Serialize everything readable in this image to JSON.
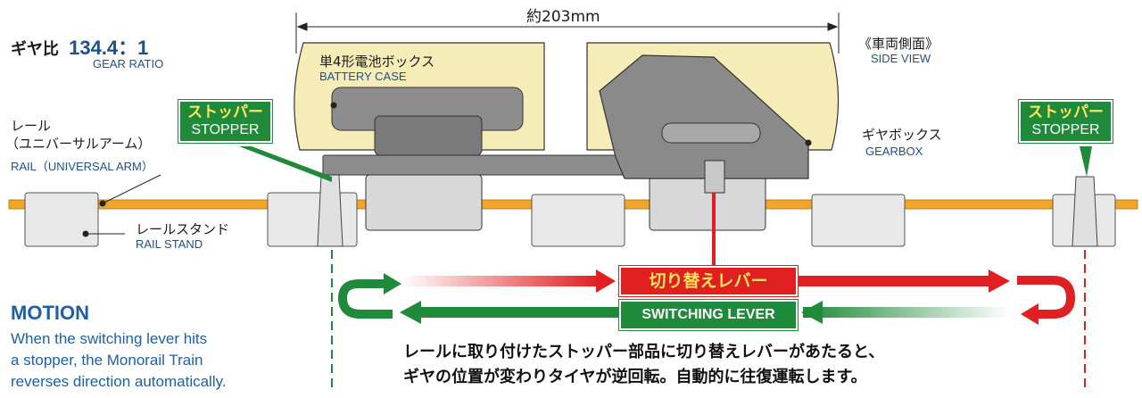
{
  "gear_ratio": {
    "label_jp": "ギヤ比",
    "value": "134.4：1",
    "label_en": "GEAR RATIO"
  },
  "dimension": {
    "text": "約203mm"
  },
  "side_view": {
    "jp": "《車両側面》",
    "en": "SIDE VIEW"
  },
  "battery_case": {
    "jp": "単4形電池ボックス",
    "en": "BATTERY CASE"
  },
  "gearbox": {
    "jp": "ギヤボックス",
    "en": "GEARBOX"
  },
  "rail": {
    "jp1": "レール",
    "jp2": "（ユニバーサルアーム）",
    "en": "RAIL（UNIVERSAL ARM）"
  },
  "rail_stand": {
    "jp": "レールスタンド",
    "en": "RAIL STAND"
  },
  "stopper_left": {
    "jp": "ストッパー",
    "en": "STOPPER"
  },
  "stopper_right": {
    "jp": "ストッパー",
    "en": "STOPPER"
  },
  "switching_lever": {
    "jp": "切り替えレバー",
    "en": "SWITCHING LEVER"
  },
  "motion": {
    "title": "MOTION",
    "line1": "When the switching lever hits",
    "line2": "a stopper, the Monorail Train",
    "line3": "reverses direction automatically."
  },
  "caption_jp": {
    "line1": "レールに取り付けたストッパー部品に切り替えレバーがあたると、",
    "line2": "ギヤの位置が変わりタイヤが逆回転。自動的に往復運転します。"
  },
  "colors": {
    "green": "#1f8a3a",
    "red": "#e02020",
    "rail": "#f0a62a",
    "body_fill": "#f6ecb8",
    "blue_text": "#1f4f8f"
  }
}
